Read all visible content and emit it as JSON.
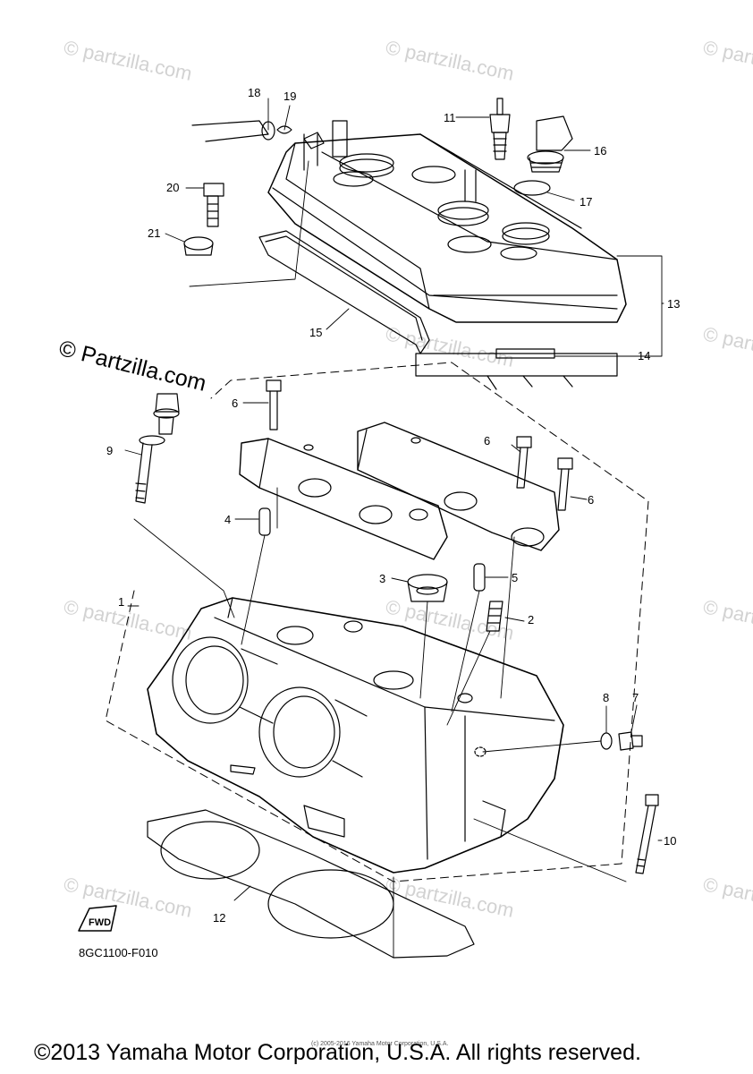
{
  "watermarks": {
    "main": "© Partzilla.com",
    "faint": "© partzilla.com"
  },
  "callouts": [
    "1",
    "2",
    "3",
    "4",
    "5",
    "6",
    "6",
    "6",
    "7",
    "8",
    "9",
    "10",
    "11",
    "12",
    "13",
    "14",
    "15",
    "16",
    "17",
    "18",
    "19",
    "20",
    "21"
  ],
  "fwd_label": "FWD",
  "diagram_code": "8GC1100-F010",
  "tiny_copyright": "(c) 2005-2016 Yamaha Motor Corporation, U.S.A.",
  "footer_copyright": "©2013 Yamaha Motor Corporation, U.S.A. All rights reserved."
}
